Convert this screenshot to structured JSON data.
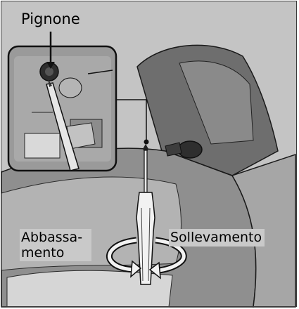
{
  "labels": {
    "pinion": "Pignone",
    "lower": "Abbassa-­mento",
    "lower_line1": "Abbassa-",
    "lower_line2": "mento",
    "raise": "Sollevamento"
  },
  "colors": {
    "background": "#c4c4c4",
    "fairing_dark": "#8f8f8f",
    "fairing_mid": "#b3b3b3",
    "fairing_light": "#d6d6d6",
    "outline": "#1a1a1a",
    "label_bg": "#c9c9c9"
  },
  "icons": {
    "rotation": "rotation-arrows-icon",
    "screwdriver": "phillips-screwdriver-icon"
  }
}
